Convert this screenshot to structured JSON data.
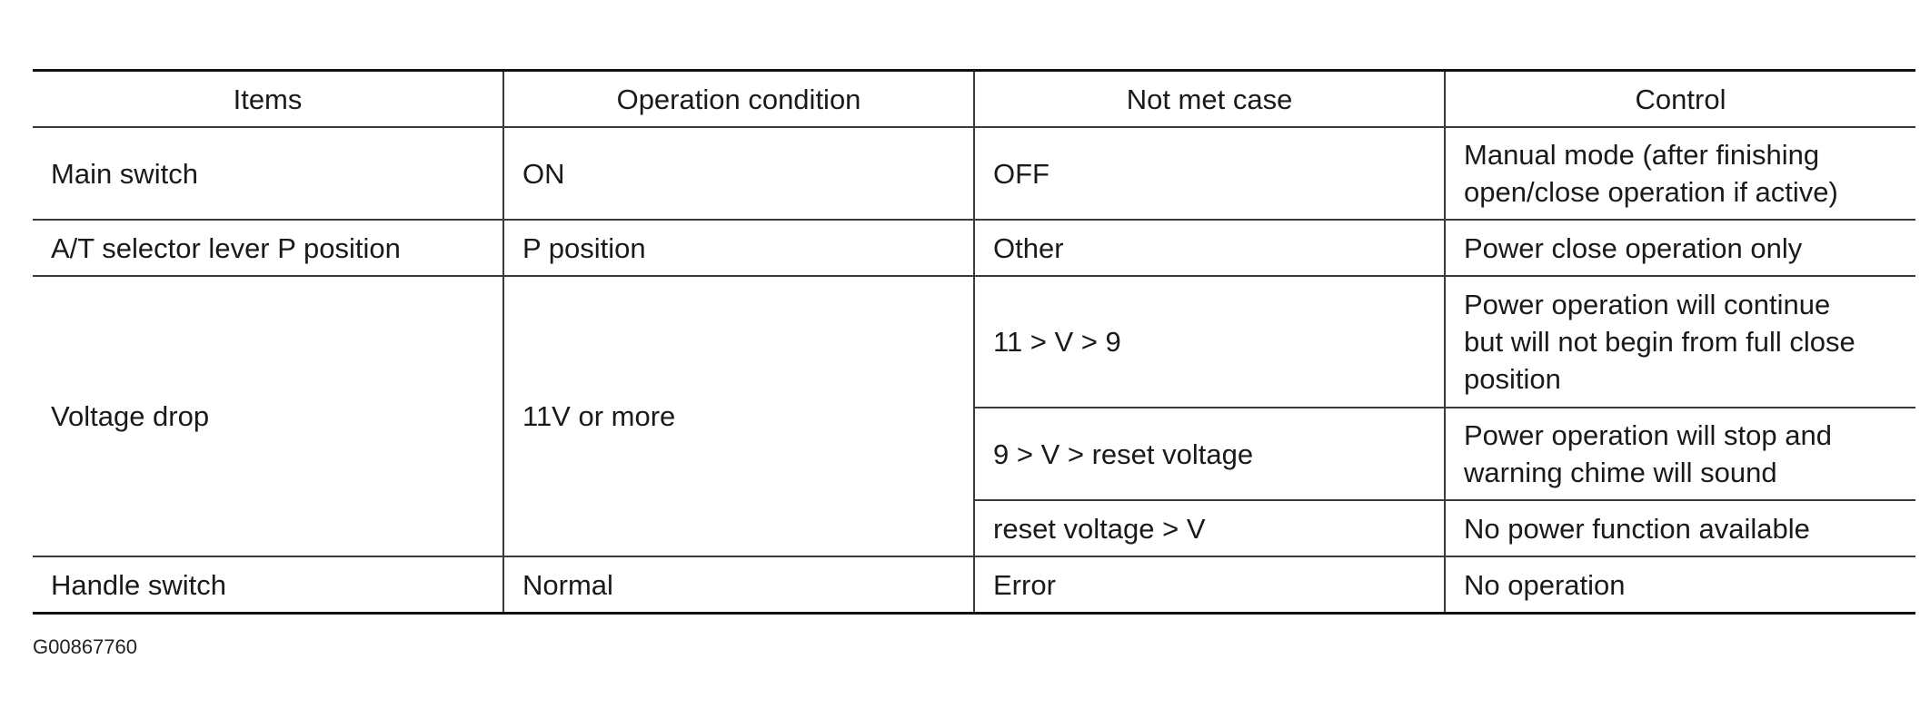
{
  "table": {
    "headers": [
      "Items",
      "Operation condition",
      "Not met case",
      "Control"
    ],
    "rows": {
      "main_switch": {
        "item": "Main switch",
        "condition": "ON",
        "not_met": "OFF",
        "control_line1": "Manual mode (after finishing",
        "control_line2": "open/close operation if active)"
      },
      "at_selector": {
        "item": "A/T selector lever P position",
        "condition": "P position",
        "not_met": "Other",
        "control": "Power close operation only"
      },
      "voltage_drop": {
        "item": "Voltage drop",
        "condition": "11V or more",
        "cases": [
          {
            "not_met": "11 > V > 9",
            "control_lines": [
              "Power operation will continue",
              "but will not begin from full close",
              "position"
            ]
          },
          {
            "not_met": "9 > V > reset voltage",
            "control_lines": [
              "Power operation will stop and",
              "warning chime will sound"
            ]
          },
          {
            "not_met": "reset voltage > V",
            "control_lines": [
              "No power function available"
            ]
          }
        ]
      },
      "handle_switch": {
        "item": "Handle switch",
        "condition": "Normal",
        "not_met": "Error",
        "control": "No operation"
      }
    }
  },
  "figure_id": "G00867760"
}
